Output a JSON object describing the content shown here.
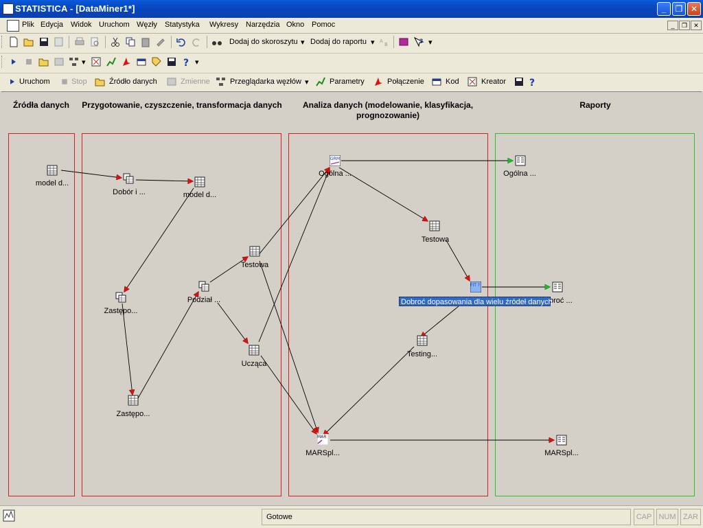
{
  "window": {
    "title": "STATISTICA - [DataMiner1*]"
  },
  "menu": [
    "Plik",
    "Edycja",
    "Widok",
    "Uruchom",
    "Węzły",
    "Statystyka",
    "Wykresy",
    "Narzędzia",
    "Okno",
    "Pomoc"
  ],
  "toolbar1": {
    "add_workbook": "Dodaj do skoroszytu",
    "add_report": "Dodaj do raportu"
  },
  "toolbar3": {
    "run": "Uruchom",
    "stop": "Stop",
    "data_source": "Źródło danych",
    "variables": "Zmienne",
    "node_browser": "Przeglądarka węzłów",
    "parameters": "Parametry",
    "connection": "Połączenie",
    "code": "Kod",
    "wizard": "Kreator"
  },
  "sections": {
    "sources": "Źródła danych",
    "prep": "Przygotowanie, czyszczenie, transformacja danych",
    "analysis": "Analiza danych (modelowanie, klasyfikacja, prognozowanie)",
    "reports": "Raporty"
  },
  "nodes": {
    "model_d1": "model d...",
    "dobor": "Dobór i ...",
    "model_d2": "model d...",
    "zastepo1": "Zastępo...",
    "zastepo2": "Zastępo...",
    "podzial": "Podział ...",
    "testowa1": "Testowa",
    "uczaca": "Ucząca",
    "ogolna": "Ogólna ...",
    "testowa2": "Testowa",
    "testing": "Testing...",
    "marspl": "MARSpl...",
    "ogolna_rep": "Ogólna ...",
    "dobroc_rep": "broć ...",
    "marspl_rep": "MARSpl..."
  },
  "tooltip": "Dobroć dopasowania dla wielu źródeł danych",
  "node_badges": {
    "grm": "GRM",
    "fit": "FIT ?",
    "mars": "MAR"
  },
  "status": {
    "ready": "Gotowe",
    "cap": "CAP",
    "num": "NUM",
    "zar": "ZAR"
  },
  "colors": {
    "red_region": "#d91e1e",
    "green_region": "#2cc22c",
    "arrow_red": "#e01010",
    "arrow_green": "#22b822",
    "titlebar": "#0a48c0"
  }
}
